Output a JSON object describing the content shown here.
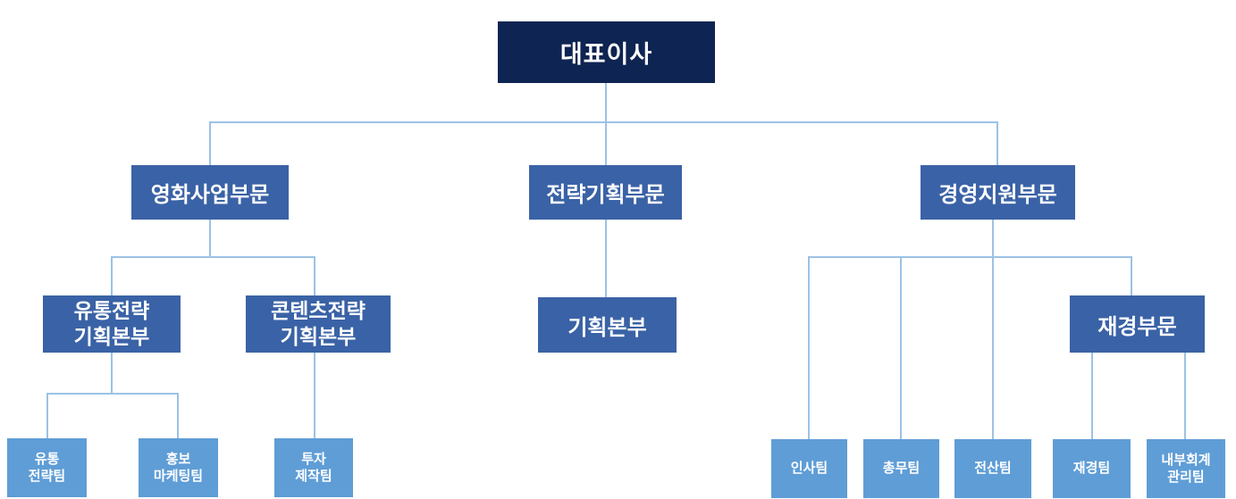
{
  "org": {
    "colors": {
      "level1_bg": "#0E2452",
      "level2_bg": "#3A62A6",
      "level3_bg": "#5F9DD6",
      "text": "#FFFFFF",
      "connector": "#9CC2E5",
      "background": "#FFFFFF"
    },
    "nodes": {
      "ceo": {
        "label": "대표이사",
        "level": 1
      },
      "film_division": {
        "label": "영화사업부문",
        "level": 2,
        "parent": "ceo"
      },
      "strategy_division": {
        "label": "전략기획부문",
        "level": 2,
        "parent": "ceo"
      },
      "management_division": {
        "label": "경영지원부문",
        "level": 2,
        "parent": "ceo"
      },
      "distribution_strategy_hq": {
        "label": "유통전략\n기획본부",
        "level": 3,
        "parent": "film_division"
      },
      "content_strategy_hq": {
        "label": "콘텐츠전략\n기획본부",
        "level": 3,
        "parent": "film_division"
      },
      "planning_hq": {
        "label": "기획본부",
        "level": 3,
        "parent": "strategy_division"
      },
      "finance_division": {
        "label": "재경부문",
        "level": 3,
        "parent": "management_division"
      },
      "distribution_strategy_team": {
        "label": "유통\n전략팀",
        "level": 4,
        "parent": "distribution_strategy_hq"
      },
      "pr_marketing_team": {
        "label": "홍보\n마케팅팀",
        "level": 4,
        "parent": "distribution_strategy_hq"
      },
      "investment_production_team": {
        "label": "투자\n제작팀",
        "level": 4,
        "parent": "content_strategy_hq"
      },
      "hr_team": {
        "label": "인사팀",
        "level": 4,
        "parent": "management_division"
      },
      "general_affairs_team": {
        "label": "총무팀",
        "level": 4,
        "parent": "management_division"
      },
      "it_team": {
        "label": "전산팀",
        "level": 4,
        "parent": "management_division"
      },
      "finance_team": {
        "label": "재경팀",
        "level": 4,
        "parent": "finance_division"
      },
      "internal_accounting_team": {
        "label": "내부회계\n관리팀",
        "level": 4,
        "parent": "finance_division"
      }
    }
  }
}
